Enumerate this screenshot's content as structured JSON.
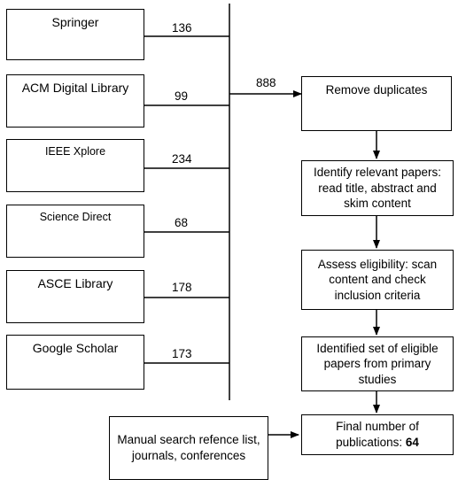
{
  "sources": [
    {
      "name": "Springer",
      "count": "136"
    },
    {
      "name": "ACM Digital Library",
      "count": "99"
    },
    {
      "name": "IEEE Xplore",
      "count": "234"
    },
    {
      "name": "Science Direct",
      "count": "68"
    },
    {
      "name": "ASCE Library",
      "count": "178"
    },
    {
      "name": "Google Scholar",
      "count": "173"
    }
  ],
  "total": "888",
  "steps": {
    "remove_duplicates": "Remove duplicates",
    "identify_relevant": "Identify relevant papers: read title, abstract and skim content",
    "assess_eligibility": "Assess eligibility: scan content and check inclusion criteria",
    "identified_set": "Identified set of eligible papers from primary studies",
    "final_label": "Final number of publications:",
    "final_count": "64"
  },
  "manual_search": "Manual search refence list, journals, conferences"
}
